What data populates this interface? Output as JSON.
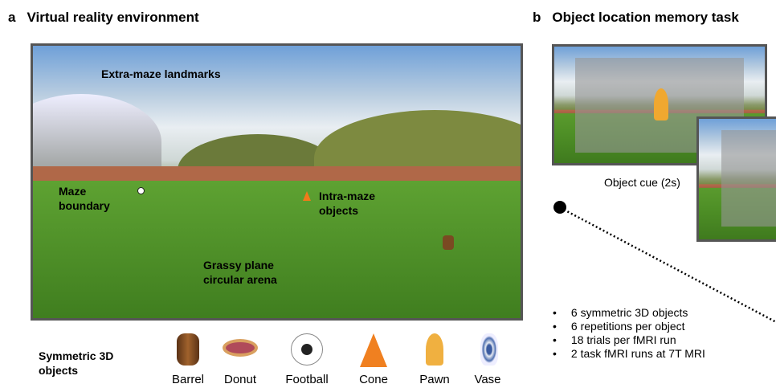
{
  "panel_a": {
    "letter": "a",
    "title": "Virtual reality environment",
    "labels": {
      "landmarks": "Extra-maze landmarks",
      "boundary": "Maze boundary",
      "objects": "Intra-maze objects",
      "arena": "Grassy plane circular arena"
    },
    "objects_heading": "Symmetric 3D objects",
    "objects": [
      "Barrel",
      "Donut",
      "Football",
      "Cone",
      "Pawn",
      "Vase"
    ]
  },
  "panel_b": {
    "letter": "b",
    "title": "Object location memory task",
    "cue_label": "Object cue (2s)",
    "bullets": [
      "6 symmetric 3D objects",
      "6 repetitions per object",
      "18 trials per fMRI run",
      "2 task fMRI runs at 7T MRI"
    ]
  }
}
